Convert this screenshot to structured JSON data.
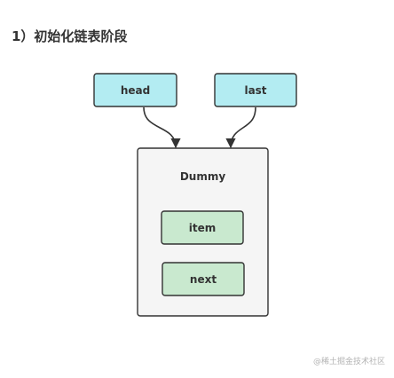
{
  "heading": "1）初始化链表阶段",
  "nodes": {
    "head": "head",
    "last": "last",
    "dummy": "Dummy",
    "item": "item",
    "next": "next"
  },
  "watermark": "@稀土掘金技术社区",
  "colors": {
    "pointer_fill": "#b3ecf2",
    "field_fill": "#c9e9cf",
    "container_fill": "#f5f5f5",
    "stroke": "#333333"
  }
}
